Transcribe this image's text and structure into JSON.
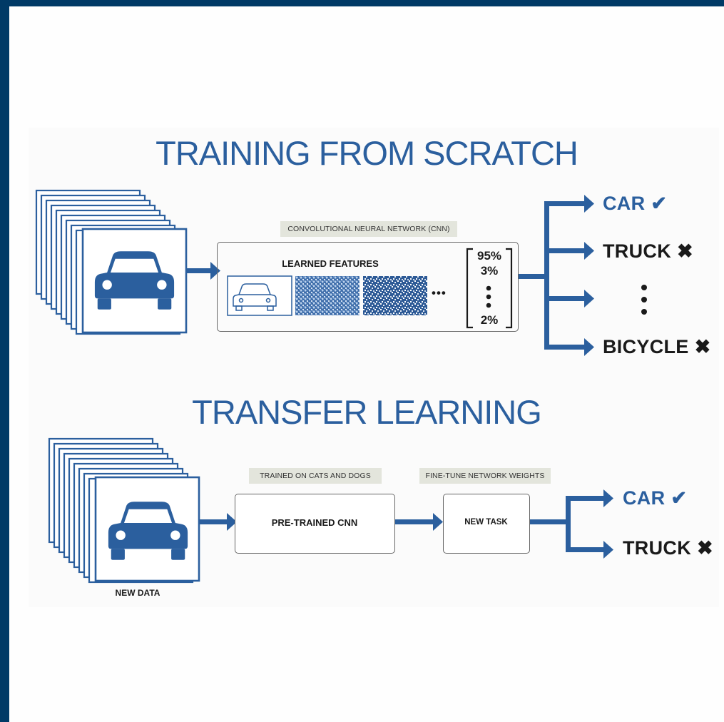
{
  "scratch": {
    "title": "TRAINING FROM SCRATCH",
    "cnn_tag": "CONVOLUTIONAL NEURAL NETWORK (CNN)",
    "features_label": "LEARNED FEATURES",
    "feature_dots": "•••",
    "probabilities": [
      "95%",
      "3%",
      "2%"
    ],
    "outputs": [
      {
        "label": "CAR",
        "mark": "✔",
        "correct": true
      },
      {
        "label": "TRUCK",
        "mark": "✖",
        "correct": false
      },
      {
        "label": "BICYCLE",
        "mark": "✖",
        "correct": false
      }
    ]
  },
  "transfer": {
    "title": "TRANSFER LEARNING",
    "data_label": "NEW DATA",
    "trained_tag": "TRAINED ON CATS AND DOGS",
    "finetune_tag": "FINE-TUNE NETWORK WEIGHTS",
    "pretrained_label": "PRE-TRAINED CNN",
    "newtask_label": "NEW TASK",
    "outputs": [
      {
        "label": "CAR",
        "mark": "✔",
        "correct": true
      },
      {
        "label": "TRUCK",
        "mark": "✖",
        "correct": false
      }
    ]
  },
  "colors": {
    "accent": "#2b5f9e",
    "border": "#003a66",
    "tag_bg": "#e3e5dc"
  }
}
